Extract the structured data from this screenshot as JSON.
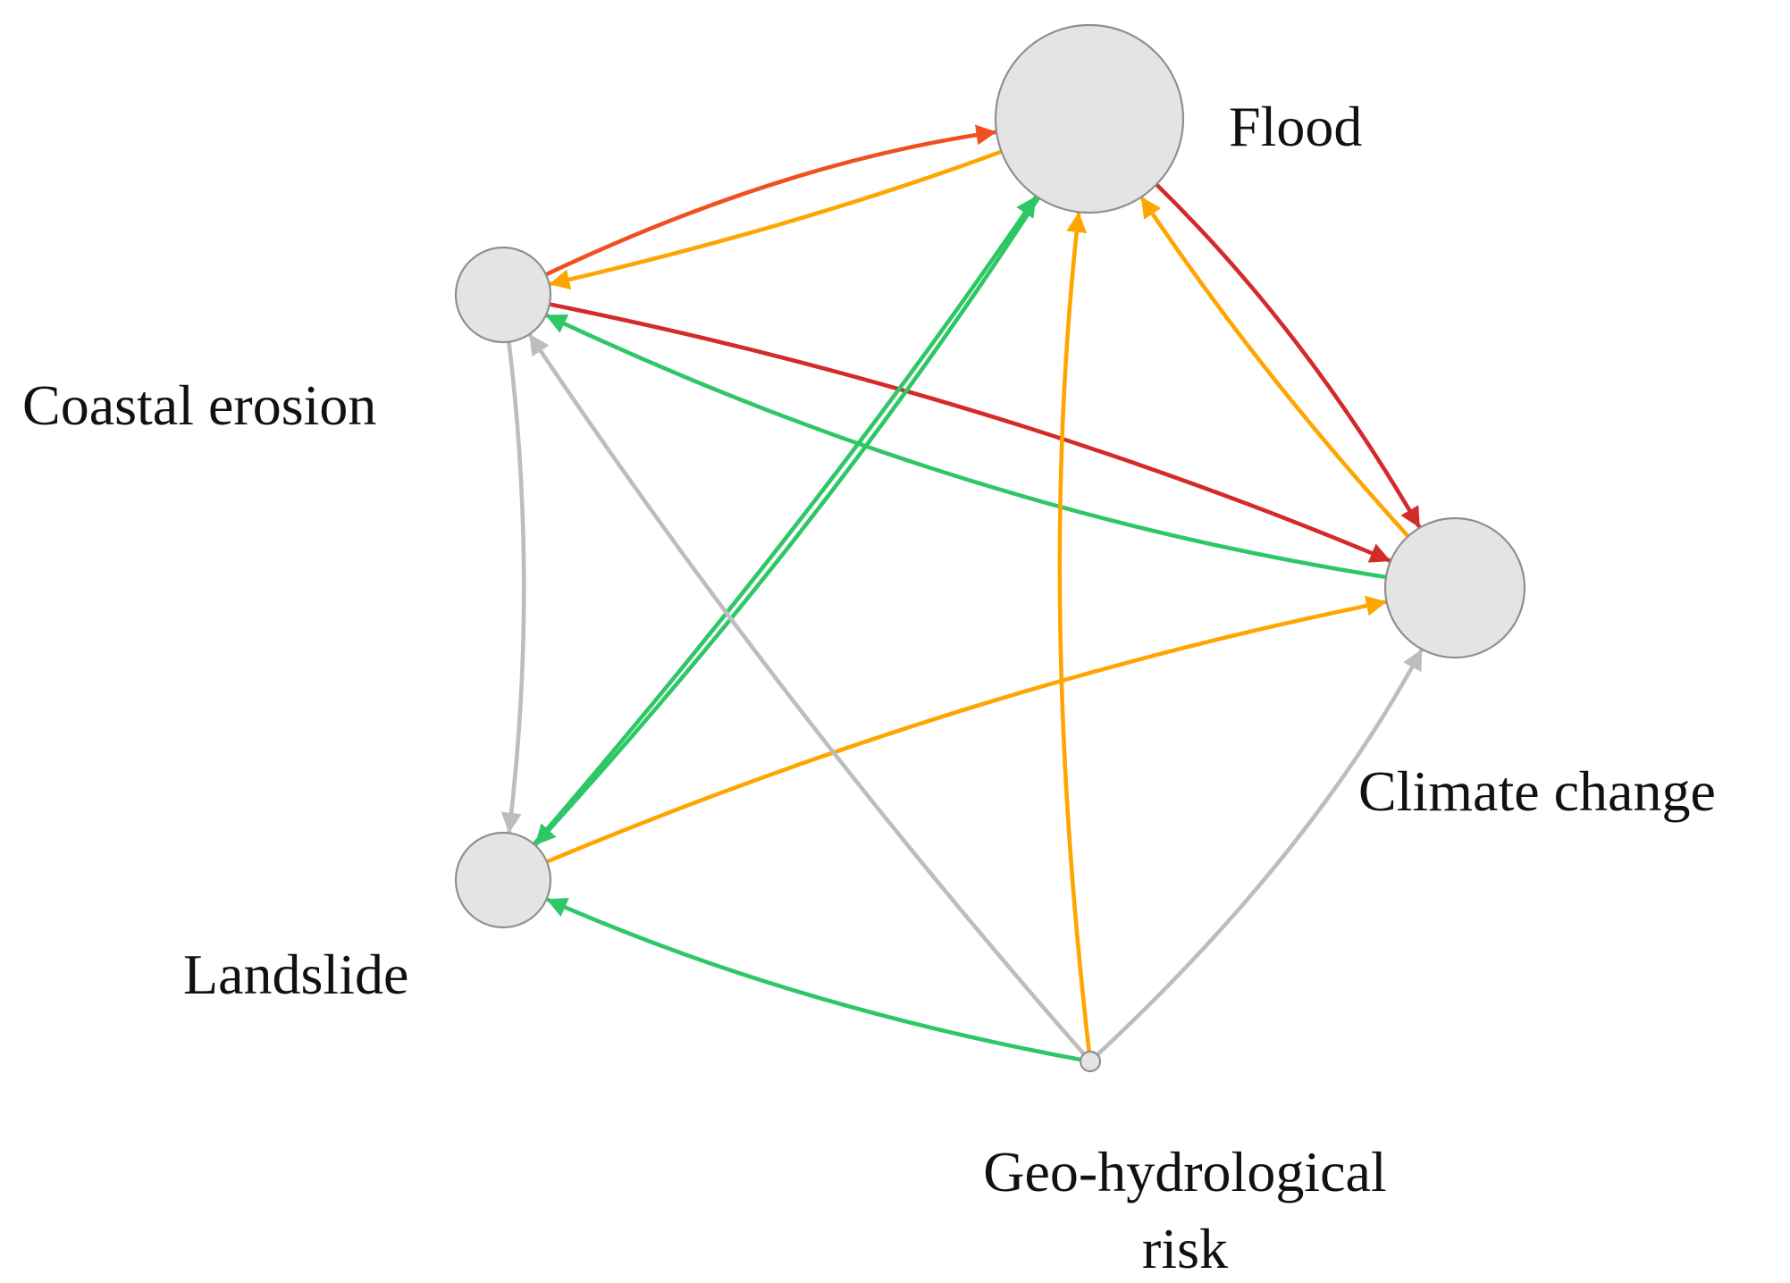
{
  "nodes": [
    {
      "id": "flood",
      "label_lines": [
        "Flood"
      ]
    },
    {
      "id": "coastal_erosion",
      "label_lines": [
        "Coastal erosion"
      ]
    },
    {
      "id": "climate_change",
      "label_lines": [
        "Climate change"
      ]
    },
    {
      "id": "landslide",
      "label_lines": [
        "Landslide"
      ]
    },
    {
      "id": "geo_hydrological_risk",
      "label_lines": [
        "Geo-hydrological",
        "risk"
      ]
    }
  ],
  "edges": [
    {
      "from": "coastal_erosion",
      "to": "flood",
      "color": "#f05020"
    },
    {
      "from": "flood",
      "to": "coastal_erosion",
      "color": "#ffa500"
    },
    {
      "from": "coastal_erosion",
      "to": "climate_change",
      "color": "#d42a2a"
    },
    {
      "from": "climate_change",
      "to": "coastal_erosion",
      "color": "#2ec766"
    },
    {
      "from": "flood",
      "to": "climate_change",
      "color": "#d42a2a"
    },
    {
      "from": "climate_change",
      "to": "flood",
      "color": "#ffa500"
    },
    {
      "from": "landslide",
      "to": "flood",
      "color": "#2ec766"
    },
    {
      "from": "flood",
      "to": "landslide",
      "color": "#2ec766"
    },
    {
      "from": "landslide",
      "to": "climate_change",
      "color": "#ffa500"
    },
    {
      "from": "coastal_erosion",
      "to": "landslide",
      "color": "#bdbdbd"
    },
    {
      "from": "geo_hydrological_risk",
      "to": "coastal_erosion",
      "color": "#bdbdbd"
    },
    {
      "from": "geo_hydrological_risk",
      "to": "flood",
      "color": "#ffa500"
    },
    {
      "from": "geo_hydrological_risk",
      "to": "climate_change",
      "color": "#bdbdbd"
    },
    {
      "from": "geo_hydrological_risk",
      "to": "landslide",
      "color": "#2ec766"
    }
  ]
}
